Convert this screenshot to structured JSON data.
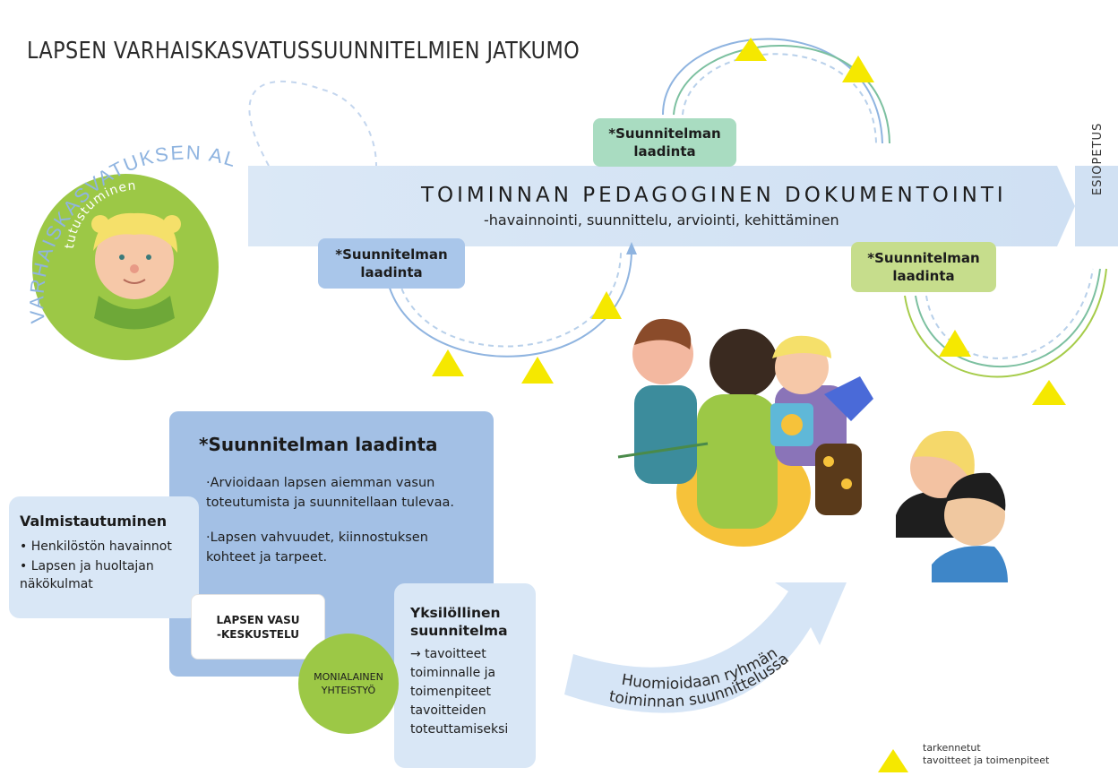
{
  "title": "LAPSEN VARHAISKASVATUSSUUNNITELMIEN JATKUMO",
  "start_arc_label": "VARHAISKASVATUKSEN ALOITUS",
  "child_circle_label": "tutustuminen",
  "band": {
    "title": "TOIMINNAN PEDAGOGINEN DOKUMENTOINTI",
    "subtitle": "-havainnointi, suunnittelu, arviointi, kehittäminen",
    "end_label": "ESIOPETUS"
  },
  "plan_tags": [
    {
      "line1": "*Suunnitelman",
      "line2": "laadinta",
      "color": "#a9dcc1"
    },
    {
      "line1": "*Suunnitelman",
      "line2": "laadinta",
      "color": "#a9c6ea"
    },
    {
      "line1": "*Suunnitelman",
      "line2": "laadinta",
      "color": "#c6dd8c"
    }
  ],
  "plan_box": {
    "title": "*Suunnitelman laadinta",
    "items": [
      "·Arvioidaan lapsen aiemman vasun toteutumista ja suunnitellaan tulevaa.",
      "·Lapsen vahvuudet, kiinnostuksen kohteet ja tarpeet."
    ]
  },
  "preparation": {
    "title": "Valmistautuminen",
    "items": [
      "• Henkilöstön havainnot",
      "• Lapsen ja huoltajan näkökulmat"
    ]
  },
  "vasu_discussion": {
    "line1": "LAPSEN VASU",
    "line2": "-KESKUSTELU"
  },
  "multiprofessional": {
    "line1": "MONIALAINEN",
    "line2": "YHTEISTYÖ"
  },
  "individual_plan": {
    "title": "Yksilöllinen suunnitelma",
    "text": "→ tavoitteet toiminnalle ja toimenpiteet tavoitteiden toteuttamiseksi"
  },
  "group_arrow": {
    "line1": "Huomioidaan ryhmän",
    "line2": "toiminnan suunnittelussa"
  },
  "legend": {
    "line1": "tarkennetut",
    "line2": "tavoitteet ja toimenpiteet"
  },
  "colors": {
    "band": "#dbe8f6",
    "triangle": "#f5e800",
    "child_circle": "#9cc846",
    "arc_blue": "#8fb4e0",
    "arc_green": "#7cc0a0",
    "arc_lime": "#a6cc4a"
  }
}
